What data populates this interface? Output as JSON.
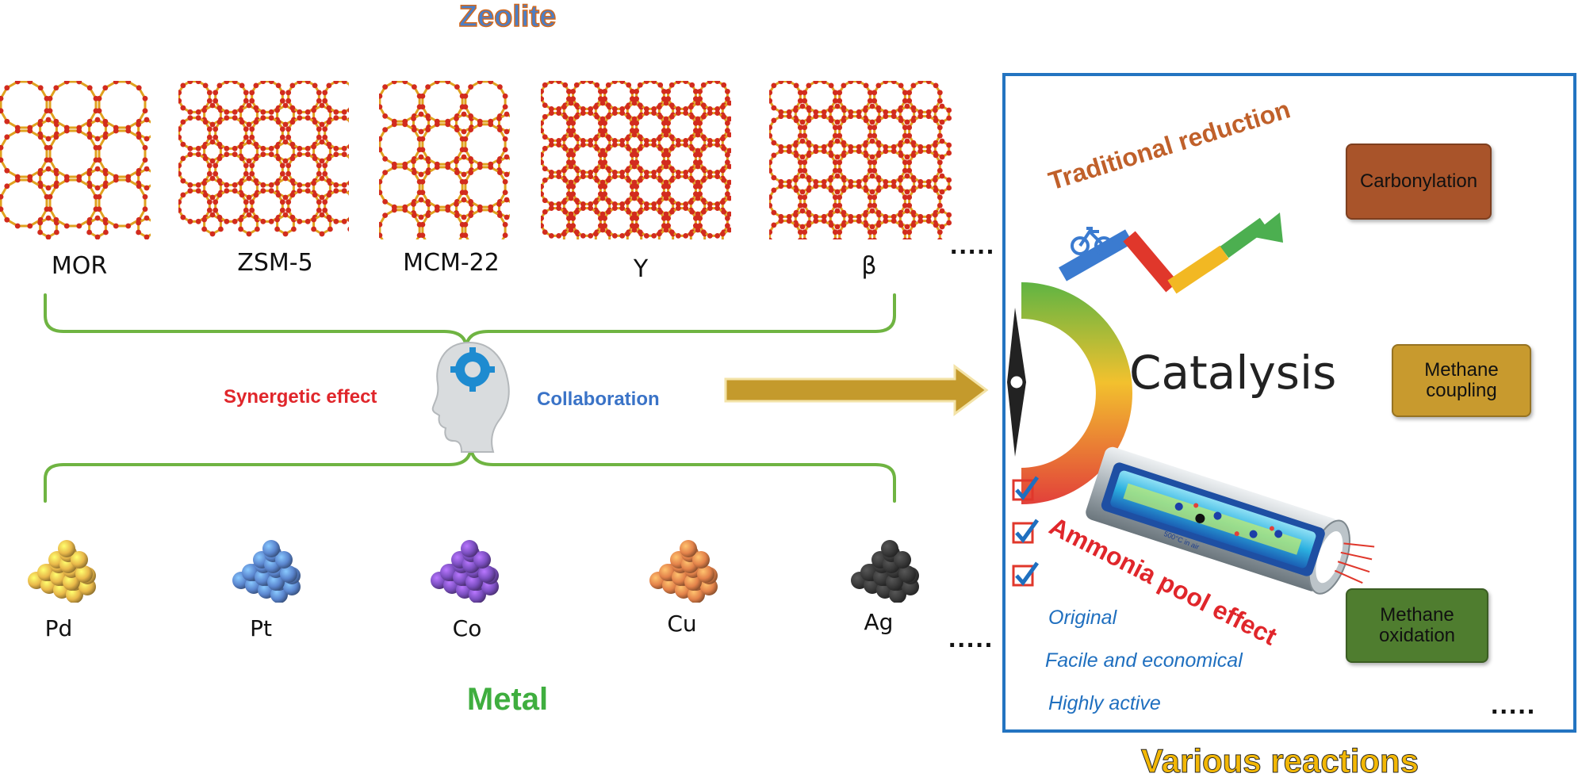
{
  "header": {
    "title": "Zeolite"
  },
  "zeolites": [
    {
      "name": "MOR"
    },
    {
      "name": "ZSM-5"
    },
    {
      "name": "MCM-22"
    },
    {
      "name": "Y"
    },
    {
      "name": "β"
    }
  ],
  "zeolite_more": ".....",
  "center": {
    "synergetic": "Synergetic effect",
    "collaboration": "Collaboration"
  },
  "metals": [
    {
      "name": "Pd",
      "color": "#e9b84a"
    },
    {
      "name": "Pt",
      "color": "#5b86cf"
    },
    {
      "name": "Co",
      "color": "#7b4fc0"
    },
    {
      "name": "Cu",
      "color": "#e3824a"
    },
    {
      "name": "Ag",
      "color": "#3a3a3a"
    }
  ],
  "metal_more": ".....",
  "metal_title": "Metal",
  "panel": {
    "traditional": "Traditional reduction",
    "catalysis": "Catalysis",
    "ammonia": "Ammonia pool effect",
    "tube_label": "500°C in air",
    "reactions": [
      {
        "label": "Carbonylation",
        "color": "#a9542a"
      },
      {
        "label": "Methane coupling",
        "color": "#c89a2e"
      },
      {
        "label": "Methane oxidation",
        "color": "#4f7d2f"
      }
    ],
    "checks": [
      "Original",
      "Facile and economical",
      "Highly active"
    ],
    "more": "....."
  },
  "footer": {
    "title": "Various reactions"
  }
}
